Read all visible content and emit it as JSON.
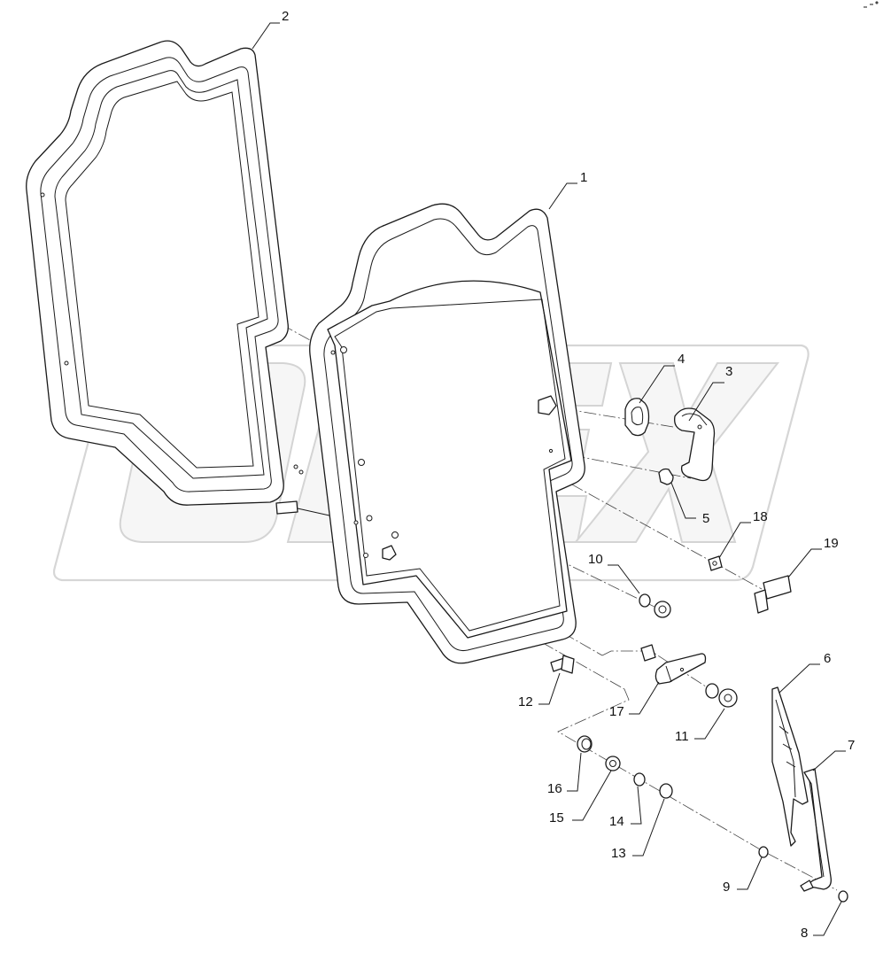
{
  "diagram": {
    "watermark_text": "OPEX",
    "watermark_color": "#d6d6d6",
    "line_color": "#1a1a1a",
    "callouts": [
      {
        "id": "1",
        "label": "1"
      },
      {
        "id": "2",
        "label": "2"
      },
      {
        "id": "3",
        "label": "3"
      },
      {
        "id": "4",
        "label": "4"
      },
      {
        "id": "5",
        "label": "5"
      },
      {
        "id": "6",
        "label": "6"
      },
      {
        "id": "7",
        "label": "7"
      },
      {
        "id": "8",
        "label": "8"
      },
      {
        "id": "9",
        "label": "9"
      },
      {
        "id": "10",
        "label": "10"
      },
      {
        "id": "11",
        "label": "11"
      },
      {
        "id": "12",
        "label": "12"
      },
      {
        "id": "13",
        "label": "13"
      },
      {
        "id": "14",
        "label": "14"
      },
      {
        "id": "15",
        "label": "15"
      },
      {
        "id": "16",
        "label": "16"
      },
      {
        "id": "17",
        "label": "17"
      },
      {
        "id": "18",
        "label": "18"
      },
      {
        "id": "19",
        "label": "19"
      }
    ]
  }
}
